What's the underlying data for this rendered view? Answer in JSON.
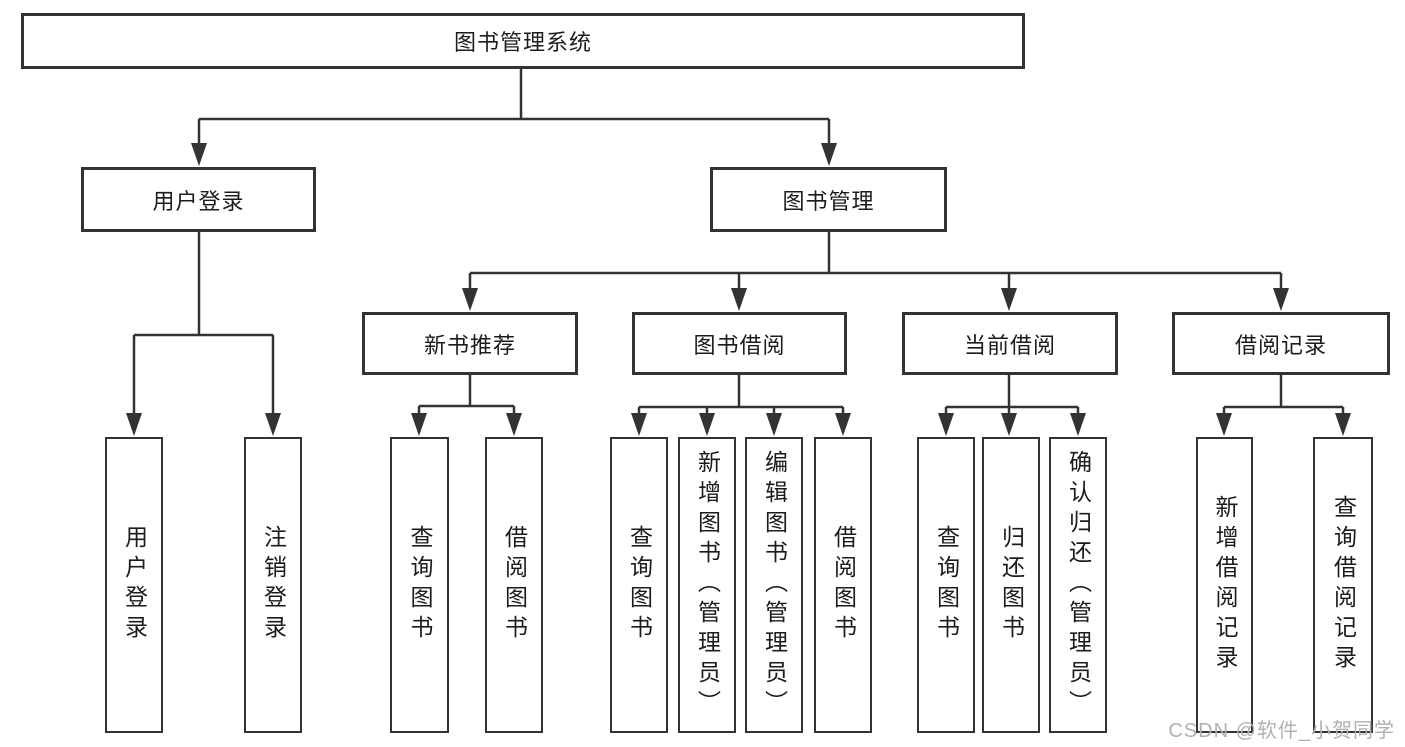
{
  "tree": {
    "label": "图书管理系统",
    "children": [
      {
        "label": "用户登录",
        "children": [
          {
            "label": "用户登录"
          },
          {
            "label": "注销登录"
          }
        ]
      },
      {
        "label": "图书管理",
        "children": [
          {
            "label": "新书推荐",
            "children": [
              {
                "label": "查询图书"
              },
              {
                "label": "借阅图书"
              }
            ]
          },
          {
            "label": "图书借阅",
            "children": [
              {
                "label": "查询图书"
              },
              {
                "label": "新增图书（管理员）"
              },
              {
                "label": "编辑图书（管理员）"
              },
              {
                "label": "借阅图书"
              }
            ]
          },
          {
            "label": "当前借阅",
            "children": [
              {
                "label": "查询图书"
              },
              {
                "label": "归还图书"
              },
              {
                "label": "确认归还（管理员）"
              }
            ]
          },
          {
            "label": "借阅记录",
            "children": [
              {
                "label": "新增借阅记录"
              },
              {
                "label": "查询借阅记录"
              }
            ]
          }
        ]
      }
    ]
  },
  "watermark": "CSDN @软件_小贺同学",
  "colors": {
    "line": "#333333",
    "text": "#1c1c1c",
    "watermark": "#b1b1b1",
    "background": "#ffffff"
  }
}
